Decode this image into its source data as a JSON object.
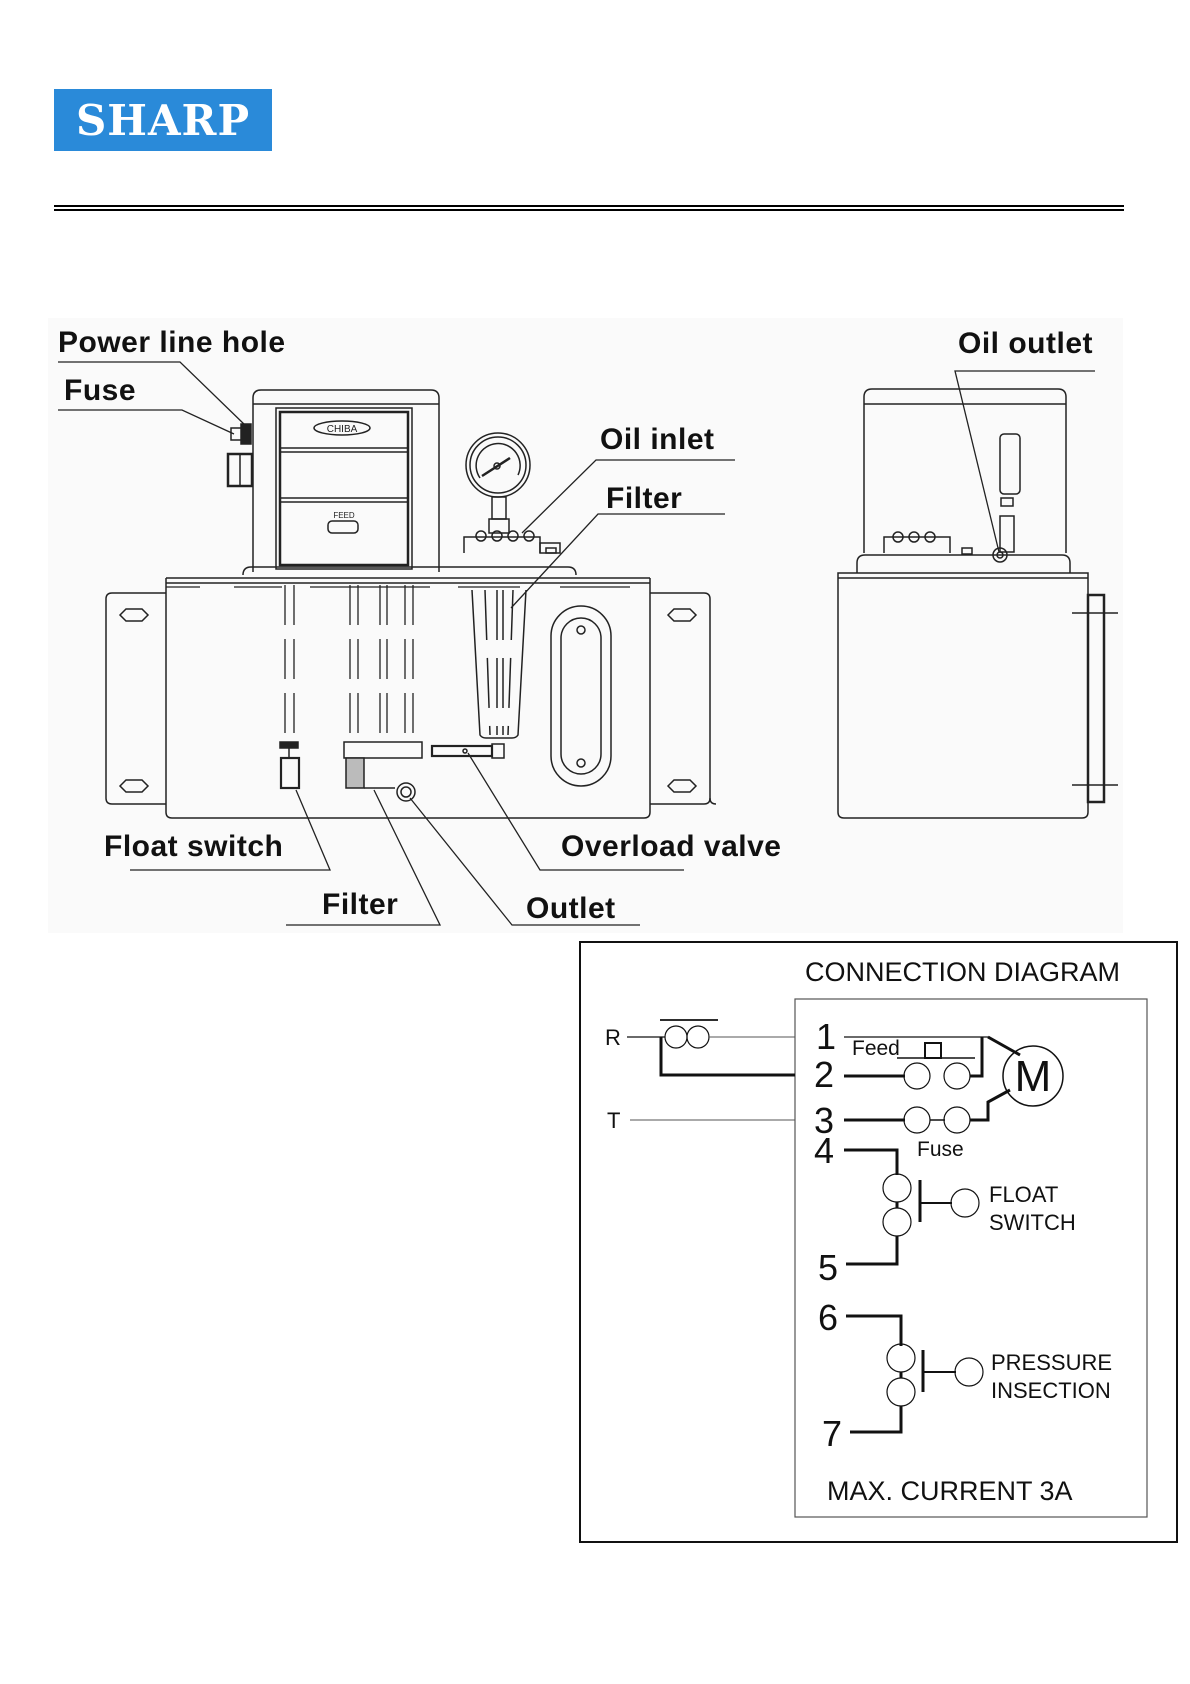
{
  "header": {
    "brand": "SHARP",
    "brand_color": "#2a8ad9"
  },
  "front_view": {
    "labels": {
      "power_line_hole": "Power line hole",
      "fuse": "Fuse",
      "oil_inlet": "Oil inlet",
      "filter_top": "Filter",
      "float_switch": "Float switch",
      "filter_bottom": "Filter",
      "outlet": "Outlet",
      "overload_valve": "Overload valve"
    },
    "panel": {
      "maker_badge": "CHIBA",
      "feed_button": "FEED"
    }
  },
  "side_view": {
    "labels": {
      "oil_outlet": "Oil outlet"
    }
  },
  "connection_diagram": {
    "title": "CONNECTION DIAGRAM",
    "inputs": [
      "R",
      "T"
    ],
    "terminals": [
      "1",
      "2",
      "3",
      "4",
      "5",
      "6",
      "7"
    ],
    "feed_label": "Feed",
    "fuse_label": "Fuse",
    "motor_label": "M",
    "float_switch_label": [
      "FLOAT",
      "SWITCH"
    ],
    "pressure_label": [
      "PRESSURE",
      "INSECTION"
    ],
    "max_current": "MAX. CURRENT 3A"
  }
}
